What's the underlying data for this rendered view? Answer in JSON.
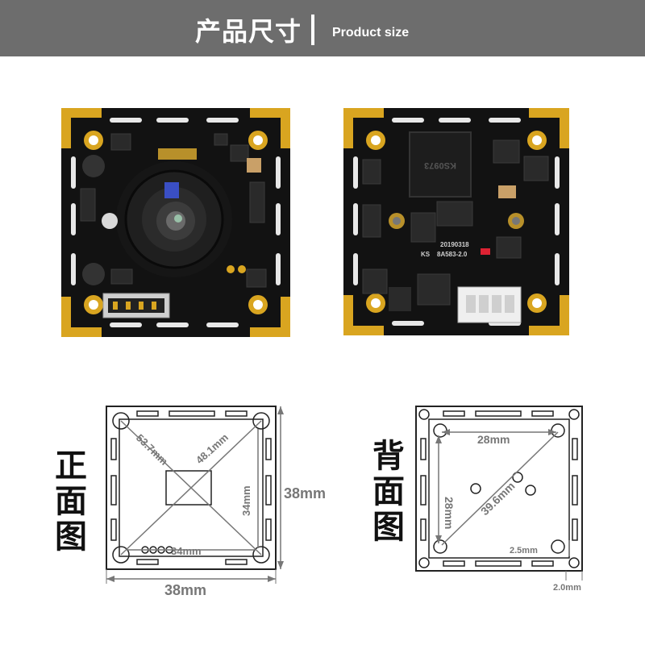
{
  "header": {
    "title_cn": "产品尺寸",
    "title_en": "Product size"
  },
  "front": {
    "side_label": [
      "正",
      "面",
      "图"
    ],
    "diag_left": "53.7mm",
    "diag_right": "48.1mm",
    "height_inner": "34mm",
    "width_inner": "34mm",
    "height_outer": "38mm",
    "width_outer": "38mm"
  },
  "back": {
    "side_label": [
      "背",
      "面",
      "图"
    ],
    "width_holes": "28mm",
    "height_holes": "28mm",
    "diag": "39.6mm",
    "hole_dia": "2.5mm",
    "edge": "2.0mm",
    "chip_text": "KS0973",
    "date_text": "20190318",
    "ks_text": "KS",
    "model_text": "8A583-2.0"
  },
  "colors": {
    "banner": "#6d6d6d",
    "pcb": "#111111",
    "gold": "#d9a520",
    "dim": "#8a8a8a"
  }
}
